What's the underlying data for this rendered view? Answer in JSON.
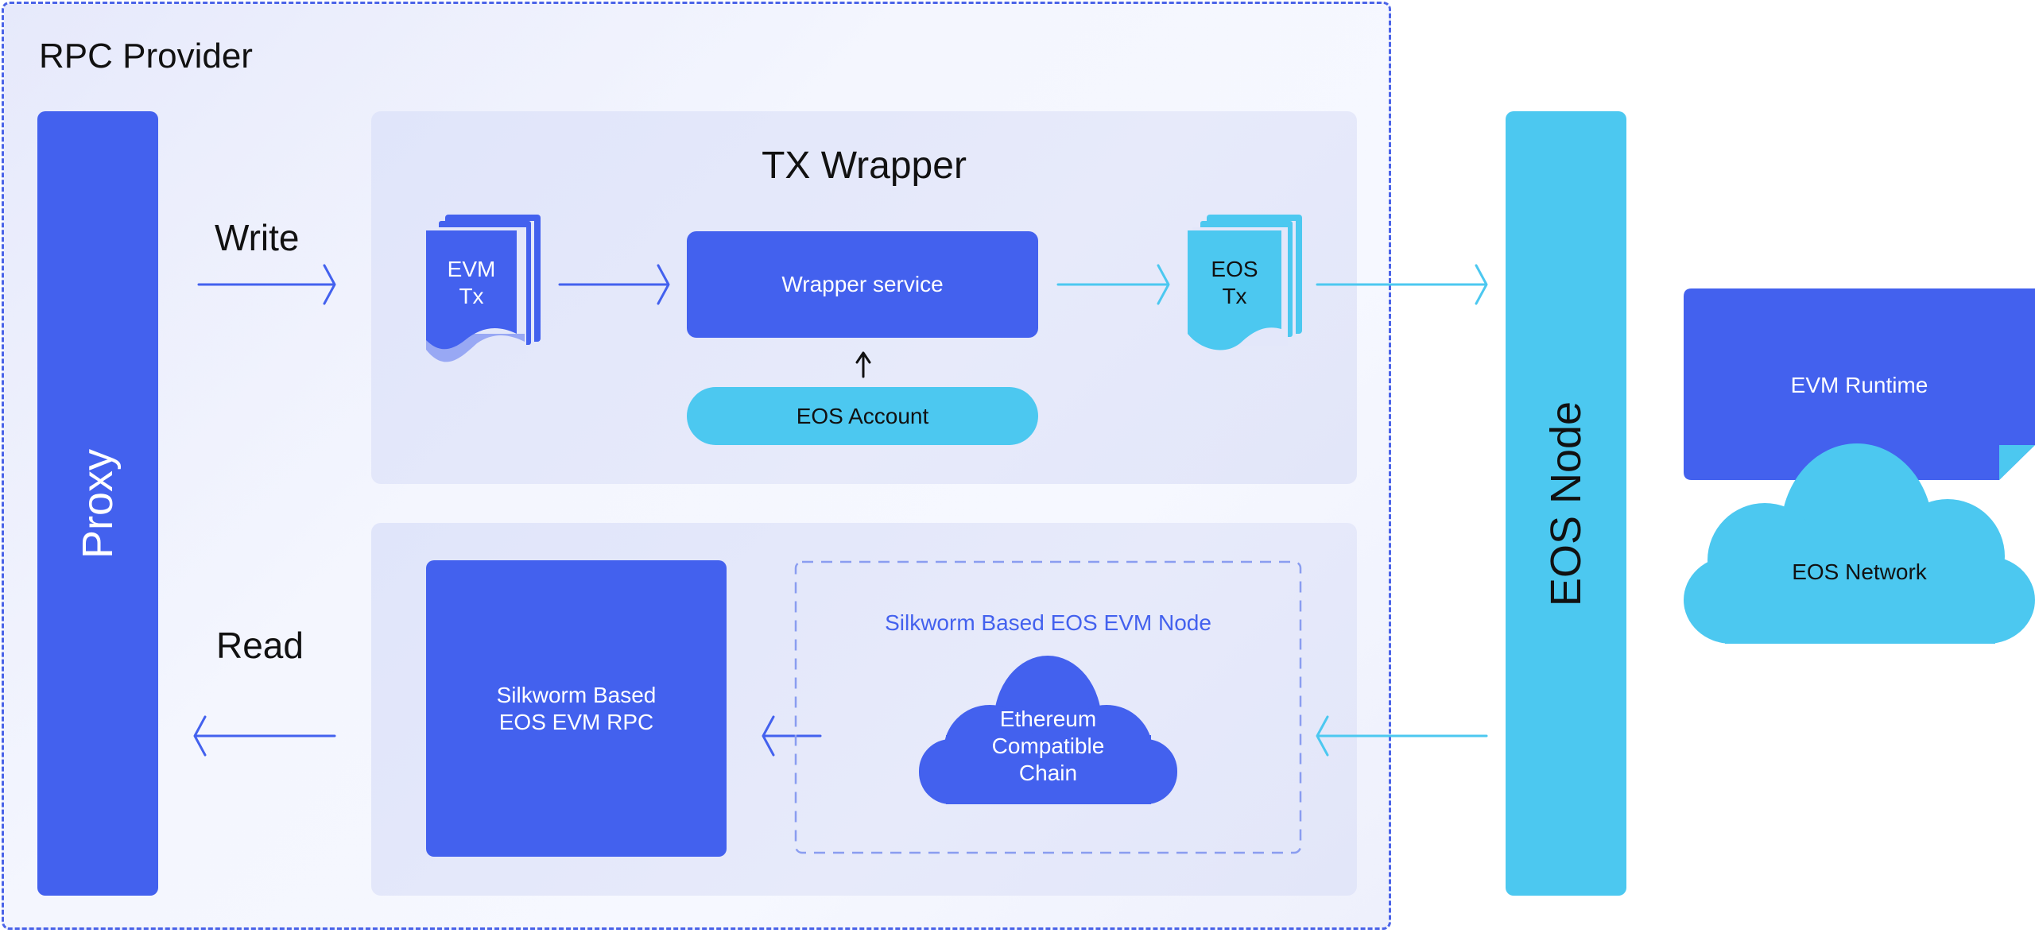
{
  "colors": {
    "primary": "#4361ee",
    "secondary": "#4cc8f0",
    "panel": "#e3e7fa",
    "text": "#111111"
  },
  "rpc_provider": {
    "title": "RPC Provider"
  },
  "proxy": {
    "label": "Proxy"
  },
  "write": {
    "label": "Write"
  },
  "read": {
    "label": "Read"
  },
  "tx_wrapper": {
    "title": "TX Wrapper",
    "evm_tx": {
      "line1": "EVM",
      "line2": "Tx"
    },
    "wrapper_service": "Wrapper service",
    "eos_account": "EOS Account",
    "eos_tx": {
      "line1": "EOS",
      "line2": "Tx"
    }
  },
  "read_path": {
    "rpc": {
      "line1": "Silkworm Based",
      "line2": "EOS EVM RPC"
    },
    "node_title": "Silkworm Based EOS EVM Node",
    "chain": {
      "line1": "Ethereum",
      "line2": "Compatible",
      "line3": "Chain"
    }
  },
  "eos_node": {
    "label": "EOS Node"
  },
  "evm_runtime": "EVM Runtime",
  "eos_network": "EOS Network"
}
